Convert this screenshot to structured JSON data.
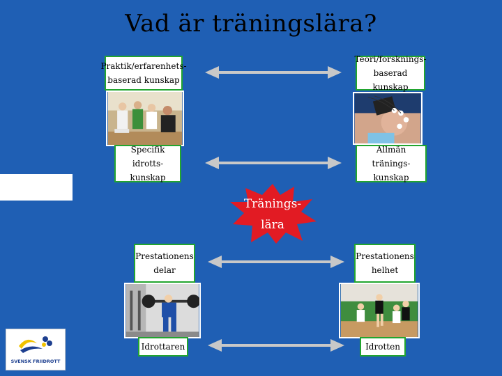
{
  "title": "Vad är träningslära?",
  "center_label": "Tränings-\nlära",
  "rows": [
    {
      "left": "Praktik/erfarenhets-\nbaserad kunskap",
      "right": "Teori/forsknings-\nbaserad kunskap"
    },
    {
      "left": "Specifik idrotts-\nkunskap",
      "right": "Allmän tränings-\nkunskap"
    },
    {
      "left": "Prestationens\ndelar",
      "right": "Prestationens\nhelhet"
    },
    {
      "left": "Idrottaren",
      "right": "Idrotten"
    }
  ],
  "logo": {
    "text": "SVENSK FRIIDROTT"
  },
  "colors": {
    "background": "#1f5fb4",
    "box_border": "#22a52f",
    "star": "#e21b23",
    "arrow": "#c8c8c8"
  }
}
